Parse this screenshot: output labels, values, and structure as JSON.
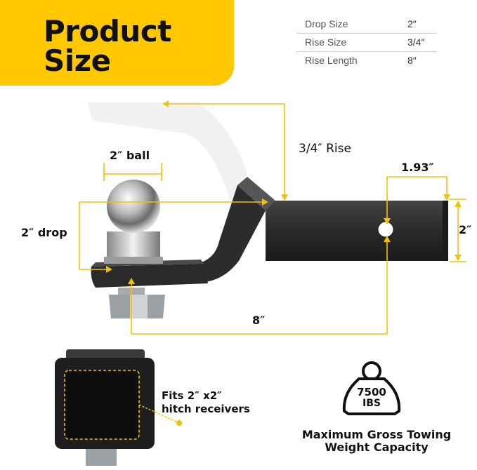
{
  "header": {
    "title_line1": "Product",
    "title_line2": "Size"
  },
  "specs": [
    {
      "label": "Drop Size",
      "value": "2″"
    },
    {
      "label": "Rise Size",
      "value": "3/4″"
    },
    {
      "label": "Rise Length",
      "value": "8″"
    }
  ],
  "dimensions": {
    "rise": "3/4″  Rise",
    "ball": "2″  ball",
    "offset": "1.93″",
    "drop": "2″  drop",
    "tube": "2″",
    "length": "8″"
  },
  "receiver": {
    "line1": "Fits 2″  x2″",
    "line2": "hitch receivers"
  },
  "weight_icon": {
    "value": "7500",
    "unit": "IBS"
  },
  "capacity": {
    "line1": "Maximum Gross Towing",
    "line2": "Weight Capacity"
  },
  "colors": {
    "accent": "#ffc800",
    "dimension_line": "#f2c200",
    "metal": "#2a2a2a"
  }
}
